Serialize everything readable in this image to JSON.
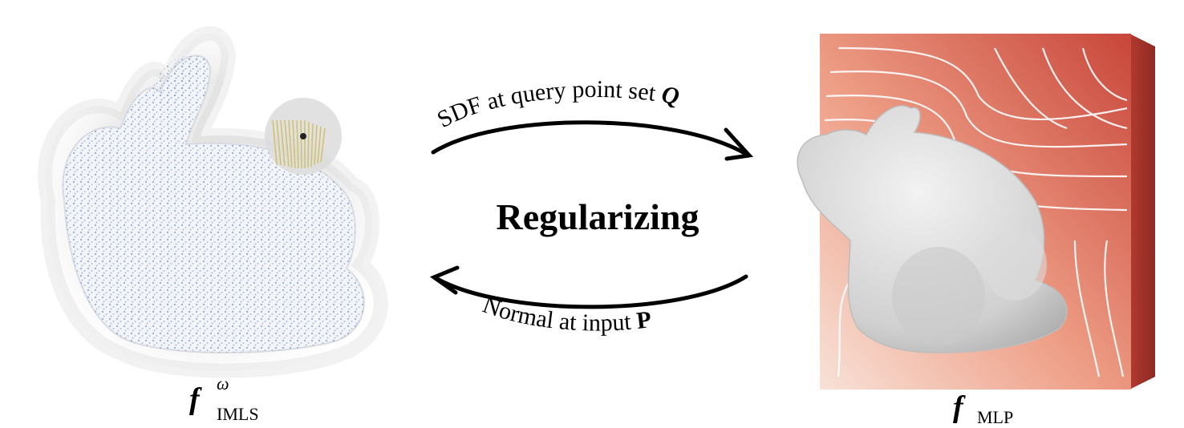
{
  "diagram": {
    "center_label": "Regularizing",
    "top_arrow_label": {
      "text": "SDF at query point set",
      "symbol": "Q"
    },
    "bottom_arrow_label": {
      "text": "Normal at input",
      "symbol": "P"
    },
    "left_model": {
      "function": "f",
      "superscript": "ω",
      "subscript": "IMLS"
    },
    "right_model": {
      "function": "f",
      "subscript": "MLP"
    },
    "colors": {
      "points": "#8fa7cf",
      "hair": "#cfcfcf",
      "sdf_dark": "#c8463a",
      "sdf_light": "#f6d9cf",
      "bunny_surface": "#d9d9d9",
      "query_ball": "#dcdcdc",
      "neighbor_lines": "#d6c77a"
    }
  }
}
